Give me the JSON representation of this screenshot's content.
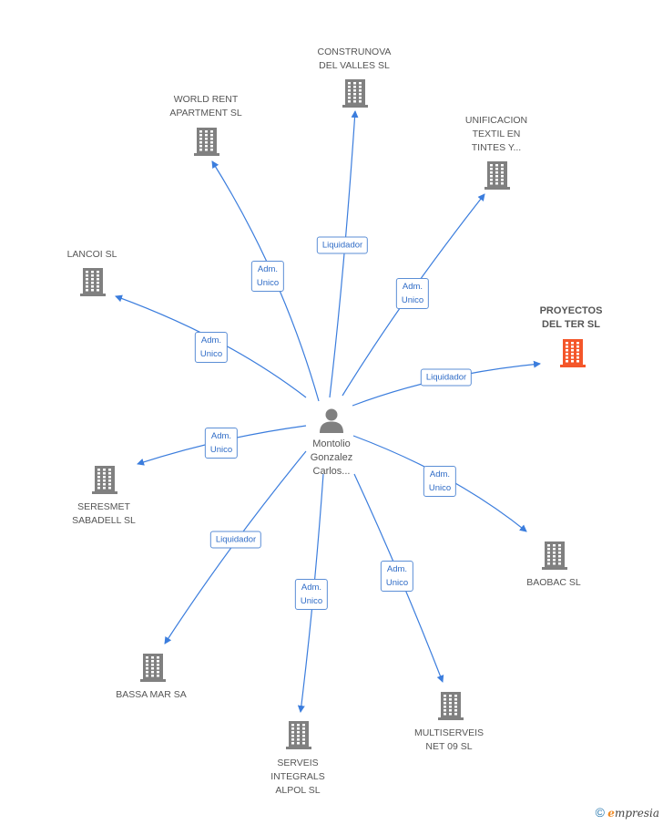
{
  "colors": {
    "edge": "#3b7ddd",
    "icon": "#808080",
    "highlight": "#f4562a"
  },
  "center": {
    "name": "Montolio\nGonzalez\nCarlos...",
    "icon": "person-icon"
  },
  "nodes": [
    {
      "id": "construnova",
      "label": "CONSTRUNOVA\nDEL VALLES SL",
      "icon": "building-icon",
      "highlight": false
    },
    {
      "id": "world-rent",
      "label": "WORLD RENT\nAPARTMENT SL",
      "icon": "building-icon",
      "highlight": false
    },
    {
      "id": "unificacion",
      "label": "UNIFICACION\nTEXTIL EN\nTINTES Y...",
      "icon": "building-icon",
      "highlight": false
    },
    {
      "id": "lancoi",
      "label": "LANCOI SL",
      "icon": "building-icon",
      "highlight": false
    },
    {
      "id": "proyectos",
      "label": "PROYECTOS\nDEL TER SL",
      "icon": "building-icon",
      "highlight": true
    },
    {
      "id": "seresmet",
      "label": "SERESMET\nSABADELL  SL",
      "icon": "building-icon",
      "highlight": false
    },
    {
      "id": "baobac",
      "label": "BAOBAC SL",
      "icon": "building-icon",
      "highlight": false
    },
    {
      "id": "bassa-mar",
      "label": "BASSA MAR SA",
      "icon": "building-icon",
      "highlight": false
    },
    {
      "id": "multiserveis",
      "label": "MULTISERVEIS\nNET 09 SL",
      "icon": "building-icon",
      "highlight": false
    },
    {
      "id": "serveis",
      "label": "SERVEIS\nINTEGRALS\nALPOL  SL",
      "icon": "building-icon",
      "highlight": false
    }
  ],
  "edges": [
    {
      "to": "construnova",
      "label": "Liquidador"
    },
    {
      "to": "world-rent",
      "label": "Adm.\nUnico"
    },
    {
      "to": "unificacion",
      "label": "Adm.\nUnico"
    },
    {
      "to": "lancoi",
      "label": "Adm.\nUnico"
    },
    {
      "to": "proyectos",
      "label": "Liquidador"
    },
    {
      "to": "seresmet",
      "label": "Adm.\nUnico"
    },
    {
      "to": "baobac",
      "label": "Adm.\nUnico"
    },
    {
      "to": "bassa-mar",
      "label": "Liquidador"
    },
    {
      "to": "multiserveis",
      "label": "Adm.\nUnico"
    },
    {
      "to": "serveis",
      "label": "Adm.\nUnico"
    }
  ],
  "footer": {
    "copyright": "©",
    "brand_initial": "e",
    "brand_rest": "mpresia"
  }
}
